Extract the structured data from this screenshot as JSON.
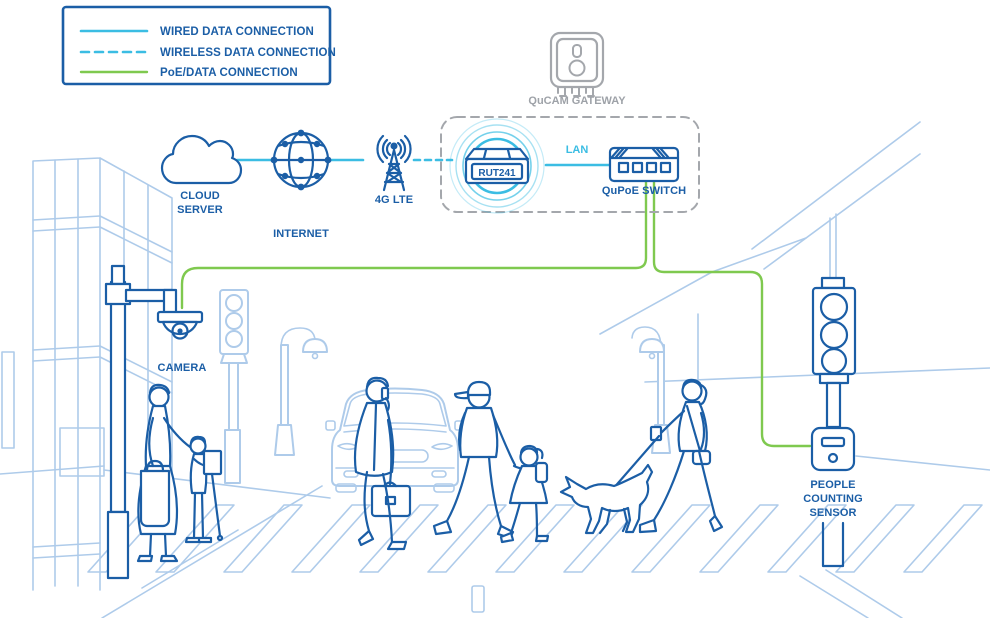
{
  "colors": {
    "primary_blue": "#1B5EA6",
    "light_blue": "#AECBEA",
    "cyan": "#3BBDE3",
    "green": "#7FC94F",
    "gray": "#9EA2A8"
  },
  "legend": {
    "items": [
      {
        "label": "WIRED DATA CONNECTION",
        "line_style": "solid",
        "line_color": "#3BBDE3"
      },
      {
        "label": "WIRELESS DATA CONNECTION",
        "line_style": "dashed",
        "line_color": "#3BBDE3"
      },
      {
        "label": "PoE/DATA CONNECTION",
        "line_style": "solid",
        "line_color": "#7FC94F"
      }
    ]
  },
  "network": {
    "cloud_server": {
      "label_line1": "CLOUD",
      "label_line2": "SERVER",
      "icon": "cloud-icon"
    },
    "internet": {
      "label": "INTERNET",
      "icon": "globe-icon"
    },
    "lte": {
      "label": "4G LTE",
      "icon": "antenna-icon"
    },
    "router": {
      "label": "RUT241",
      "icon": "router-icon"
    },
    "lan_link": {
      "label": "LAN"
    },
    "switch": {
      "label": "QuPoE SWITCH",
      "icon": "switch-icon"
    },
    "gateway": {
      "label": "QuCAM GATEWAY",
      "icon": "gateway-icon"
    }
  },
  "street": {
    "camera": {
      "label": "CAMERA",
      "icon": "dome-camera-icon"
    },
    "people_counting_sensor": {
      "label_line1": "PEOPLE",
      "label_line2": "COUNTING",
      "label_line3": "SENSOR",
      "icon": "sensor-icon"
    }
  }
}
